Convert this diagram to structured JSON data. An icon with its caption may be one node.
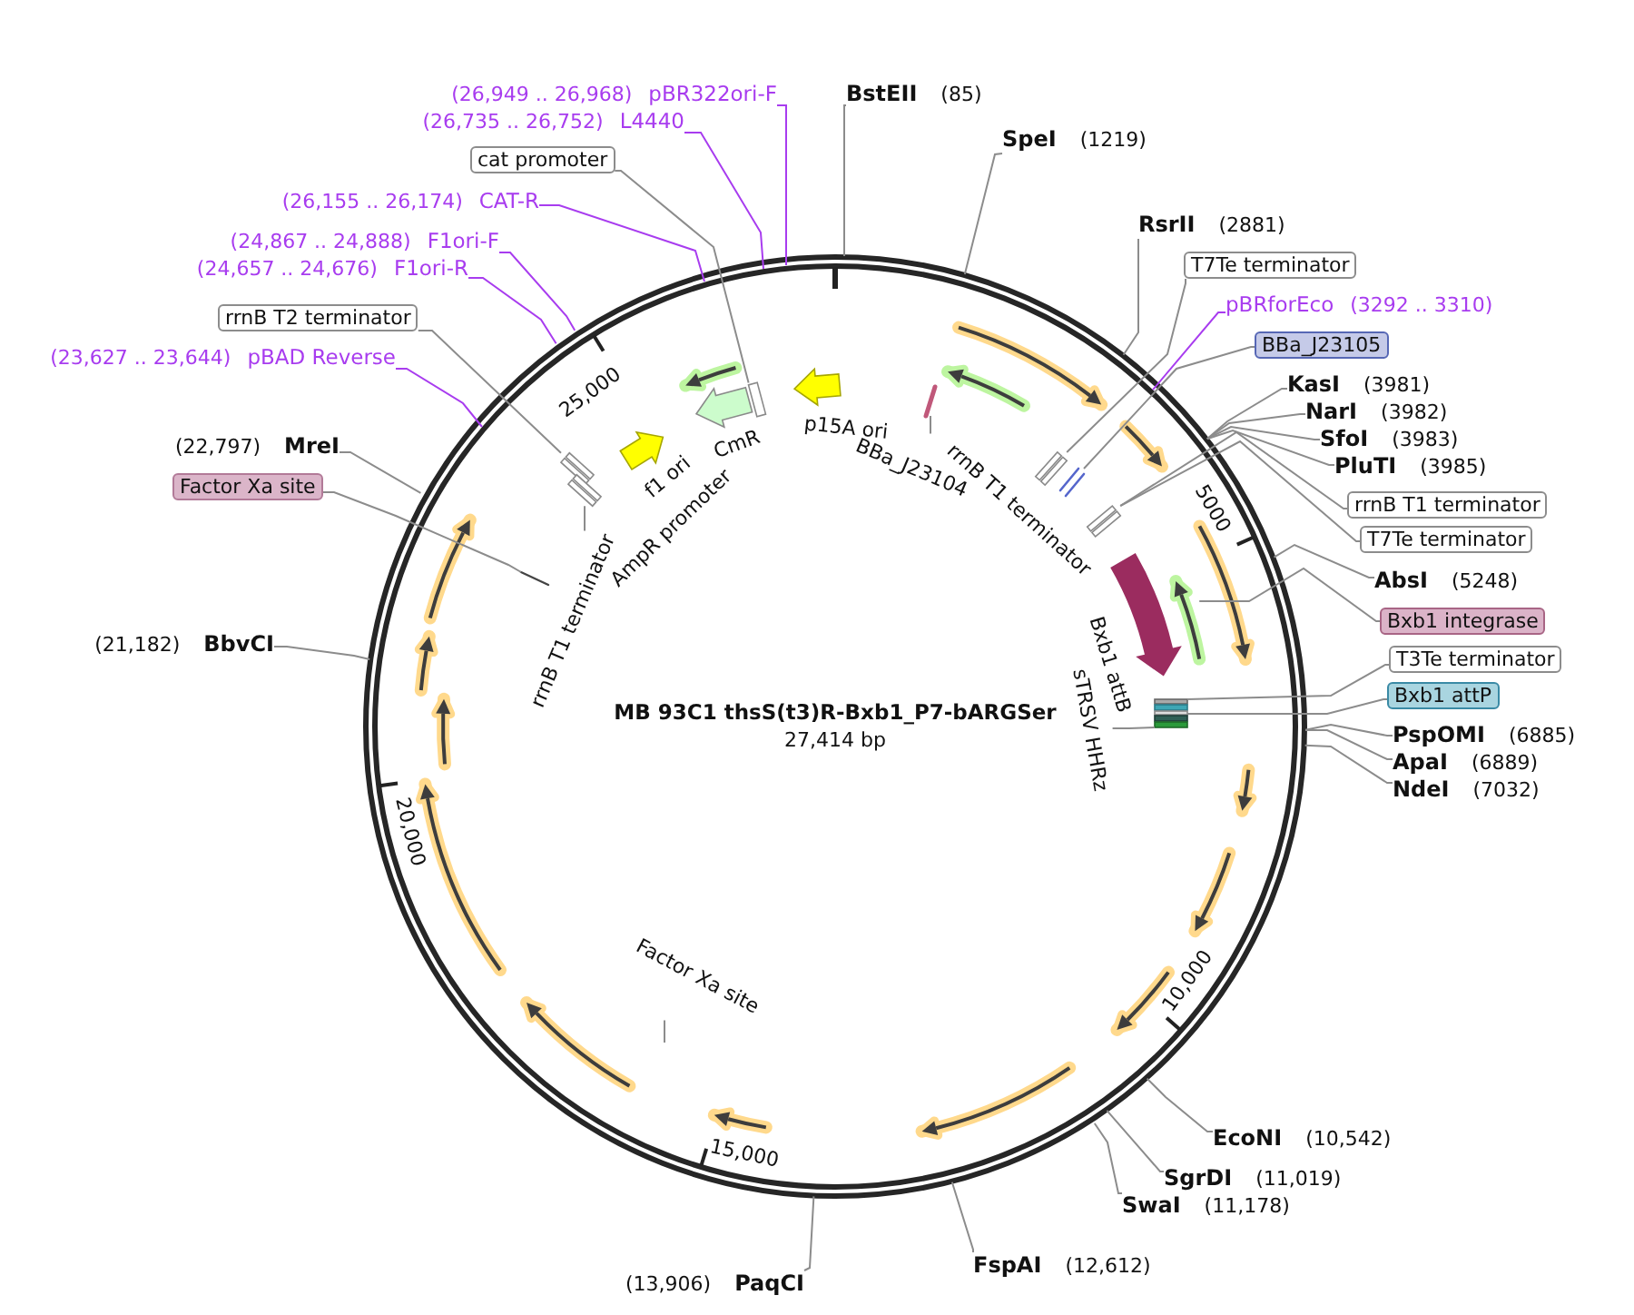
{
  "diagram": {
    "title": "MB 93C1 thsS(t3)R-Bxb1_P7-bARGSer",
    "nodes": [
      {
        "text": [
          "(26,949 .. 26,968)",
          "pBR322ori-F"
        ]
      },
      {
        "text": [
          "BstEII",
          "(85)"
        ]
      },
      {
        "text": [
          "(26,735 .. 26,752)",
          "L4440"
        ]
      },
      {
        "text": [
          "SpeI",
          "(1219)"
        ]
      },
      {
        "text": [
          "cat promoter"
        ]
      },
      {
        "text": [
          "(26,155 .. 26,174)",
          "CAT-R"
        ]
      },
      {
        "text": [
          "RsrII",
          "(2881)"
        ]
      },
      {
        "text": [
          "(24,867 .. 24,888)",
          "F1ori-F"
        ]
      },
      {
        "text": [
          "T7Te terminator"
        ]
      },
      {
        "text": [
          "(24,657 .. 24,676)",
          "F1ori-R"
        ]
      },
      {
        "text": [
          "pBRforEco",
          "(3292 .. 3310)"
        ]
      },
      {
        "text": [
          "rrnB T2 terminator"
        ]
      },
      {
        "text": [
          "BBa_J23105"
        ]
      },
      {
        "text": [
          "(23,627 .. 23,644)",
          "pBAD Reverse"
        ]
      },
      {
        "text": [
          "KasI",
          "(3981)"
        ]
      },
      {
        "text": [
          "NarI",
          "(3982)"
        ]
      },
      {
        "text": [
          "SfoI",
          "(3983)"
        ]
      },
      {
        "text": [
          "PluTI",
          "(3985)"
        ]
      },
      {
        "text": [
          "(22,797)",
          "MreI"
        ]
      },
      {
        "text": [
          "Factor Xa site"
        ]
      },
      {
        "text": [
          "rrnB T1 terminator"
        ]
      },
      {
        "text": [
          "T7Te terminator"
        ]
      },
      {
        "text": [
          "AbsI",
          "(5248)"
        ]
      },
      {
        "text": [
          "Bxb1 integrase"
        ]
      },
      {
        "text": [
          "(21,182)",
          "BbvCI"
        ]
      },
      {
        "text": [
          "T3Te terminator"
        ]
      },
      {
        "text": [
          "Bxb1 attP"
        ]
      },
      {
        "text": [
          "PspOMI",
          "(6885)"
        ]
      },
      {
        "text": [
          "ApaI",
          "(6889)"
        ]
      },
      {
        "text": [
          "NdeI",
          "(7032)"
        ]
      },
      {
        "text": [
          "EcoNI",
          "(10,542)"
        ]
      },
      {
        "text": [
          "SgrDI",
          "(11,019)"
        ]
      },
      {
        "text": [
          "SwaI",
          "(11,178)"
        ]
      },
      {
        "text": [
          "FspAI",
          "(12,612)"
        ]
      },
      {
        "text": [
          "(13,906)",
          "PaqCI"
        ]
      },
      {
        "text": [
          "BBa_J23104"
        ]
      },
      {
        "text": [
          "rrnB T1 terminator"
        ]
      },
      {
        "text": [
          "sTRSV HHRz"
        ]
      },
      {
        "text": [
          "Factor Xa site"
        ]
      },
      {
        "text": [],
        "shape": "box"
      },
      {
        "text": [],
        "shape": "box"
      },
      {
        "text": [],
        "shape": "box"
      },
      {
        "text": [],
        "shape": "bar"
      },
      {
        "text": [],
        "shape": "box"
      },
      {
        "text": [],
        "shape": "bar"
      },
      {
        "text": [],
        "shape": "box"
      },
      {
        "text": [],
        "shape": "arrow"
      },
      {
        "text": [],
        "shape": "box"
      },
      {
        "text": [],
        "shape": "bar"
      },
      {
        "text": [],
        "shape": "arrow",
        "beside": [
          "p15A ori"
        ]
      },
      {
        "text": [],
        "shape": "arrow",
        "beside": [
          "CmR"
        ]
      },
      {
        "text": [],
        "shape": "arrow",
        "beside": [
          "f1 ori"
        ]
      },
      {
        "text": [],
        "shape": "arrow"
      },
      {
        "text": [],
        "shape": "arrow"
      },
      {
        "text": [],
        "shape": "arrow"
      },
      {
        "text": [],
        "shape": "arrow"
      },
      {
        "text": [],
        "shape": "arrow"
      },
      {
        "text": [],
        "shape": "arrow"
      },
      {
        "text": [],
        "shape": "arrow"
      },
      {
        "text": [],
        "shape": "arrow"
      },
      {
        "text": [],
        "shape": "arrow"
      },
      {
        "text": [],
        "shape": "arrow"
      },
      {
        "text": [],
        "shape": "arrow"
      },
      {
        "text": [],
        "shape": "arrow"
      },
      {
        "text": [],
        "shape": "arrow"
      },
      {
        "text": [],
        "shape": "arrow"
      },
      {
        "text": [],
        "shape": "arrow"
      },
      {
        "text": [],
        "shape": "arrow"
      }
    ],
    "edges": [
      {
        "from": 0,
        "to": null,
        "arrow": "none",
        "color": "#a83cef"
      },
      {
        "from": 1,
        "to": null,
        "arrow": "none"
      },
      {
        "from": 2,
        "to": null,
        "arrow": "none",
        "color": "#a83cef"
      },
      {
        "from": 3,
        "to": null,
        "arrow": "none"
      },
      {
        "from": 4,
        "to": 39,
        "arrow": "none"
      },
      {
        "from": 5,
        "to": null,
        "arrow": "none",
        "color": "#a83cef"
      },
      {
        "from": 6,
        "to": null,
        "arrow": "none"
      },
      {
        "from": 7,
        "to": null,
        "arrow": "none",
        "color": "#a83cef"
      },
      {
        "from": 8,
        "to": 43,
        "arrow": "none"
      },
      {
        "from": 9,
        "to": null,
        "arrow": "none",
        "color": "#a83cef"
      },
      {
        "from": 10,
        "to": null,
        "arrow": "none",
        "color": "#a83cef"
      },
      {
        "from": 11,
        "to": 40,
        "arrow": "none"
      },
      {
        "from": 12,
        "to": 44,
        "arrow": "none"
      },
      {
        "from": 13,
        "to": null,
        "arrow": "none",
        "color": "#a83cef"
      },
      {
        "from": 14,
        "to": null,
        "arrow": "none"
      },
      {
        "from": 15,
        "to": null,
        "arrow": "none"
      },
      {
        "from": 16,
        "to": null,
        "arrow": "none"
      },
      {
        "from": 17,
        "to": null,
        "arrow": "none"
      },
      {
        "from": 18,
        "to": null,
        "arrow": "none"
      },
      {
        "from": 19,
        "to": 48,
        "arrow": "none"
      },
      {
        "from": 20,
        "to": 45,
        "arrow": "none"
      },
      {
        "from": 21,
        "to": 45,
        "arrow": "none"
      },
      {
        "from": 22,
        "to": null,
        "arrow": "none"
      },
      {
        "from": 23,
        "to": 46,
        "arrow": "none"
      },
      {
        "from": 24,
        "to": null,
        "arrow": "none"
      },
      {
        "from": 25,
        "to": 47,
        "arrow": "none"
      },
      {
        "from": 26,
        "to": 47,
        "arrow": "none"
      },
      {
        "from": 27,
        "to": null,
        "arrow": "none"
      },
      {
        "from": 28,
        "to": null,
        "arrow": "none"
      },
      {
        "from": 29,
        "to": null,
        "arrow": "none"
      },
      {
        "from": 30,
        "to": null,
        "arrow": "none"
      },
      {
        "from": 31,
        "to": null,
        "arrow": "none"
      },
      {
        "from": 32,
        "to": null,
        "arrow": "none"
      },
      {
        "from": 33,
        "to": null,
        "arrow": "none"
      },
      {
        "from": 34,
        "to": null,
        "arrow": "none"
      },
      {
        "from": 35,
        "to": 42,
        "arrow": "none"
      },
      {
        "from": 36,
        "to": 41,
        "arrow": "none"
      },
      {
        "from": 37,
        "to": 47,
        "arrow": "none"
      },
      {
        "from": 38,
        "to": null,
        "arrow": "none"
      }
    ],
    "labels": [
      "25,000",
      "rrnB T1 terminator",
      "5000",
      "AmpR promoter",
      "Bxb1 attB",
      "27,414 bp",
      "20,000",
      "10,000",
      "15,000"
    ]
  }
}
